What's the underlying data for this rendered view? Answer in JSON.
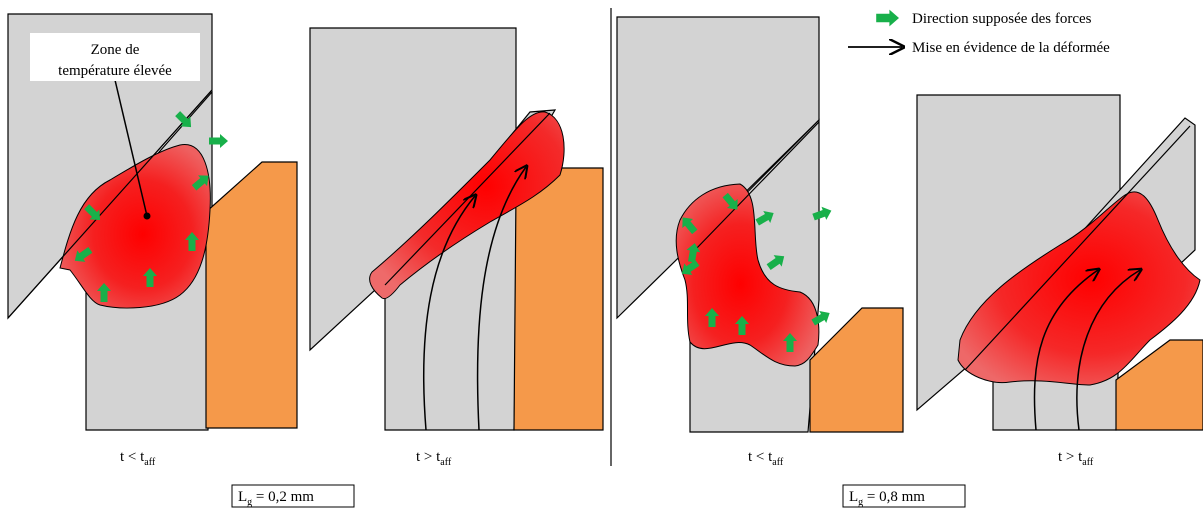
{
  "legend": {
    "force_direction": "Direction supposée des forces",
    "deformation": "Mise en évidence de la déformée"
  },
  "callout": {
    "line1": "Zone de",
    "line2": "température élevée"
  },
  "panels": [
    {
      "time_main": "t < t",
      "time_sub": "aff"
    },
    {
      "time_main": "t > t",
      "time_sub": "aff"
    },
    {
      "time_main": "t < t",
      "time_sub": "aff"
    },
    {
      "time_main": "t > t",
      "time_sub": "aff"
    }
  ],
  "groups": [
    {
      "lg_main": "L",
      "lg_sub": "g",
      "lg_value": " = 0,2 mm"
    },
    {
      "lg_main": "L",
      "lg_sub": "g",
      "lg_value": " = 0,8 mm"
    }
  ],
  "colors": {
    "tool_fill": "#d3d3d3",
    "workpiece_fill": "#f5994a",
    "hot_zone_center": "#ff0000",
    "hot_zone_edge": "#ee5a5a",
    "force_arrow": "#18b04a",
    "outline": "#000000"
  }
}
